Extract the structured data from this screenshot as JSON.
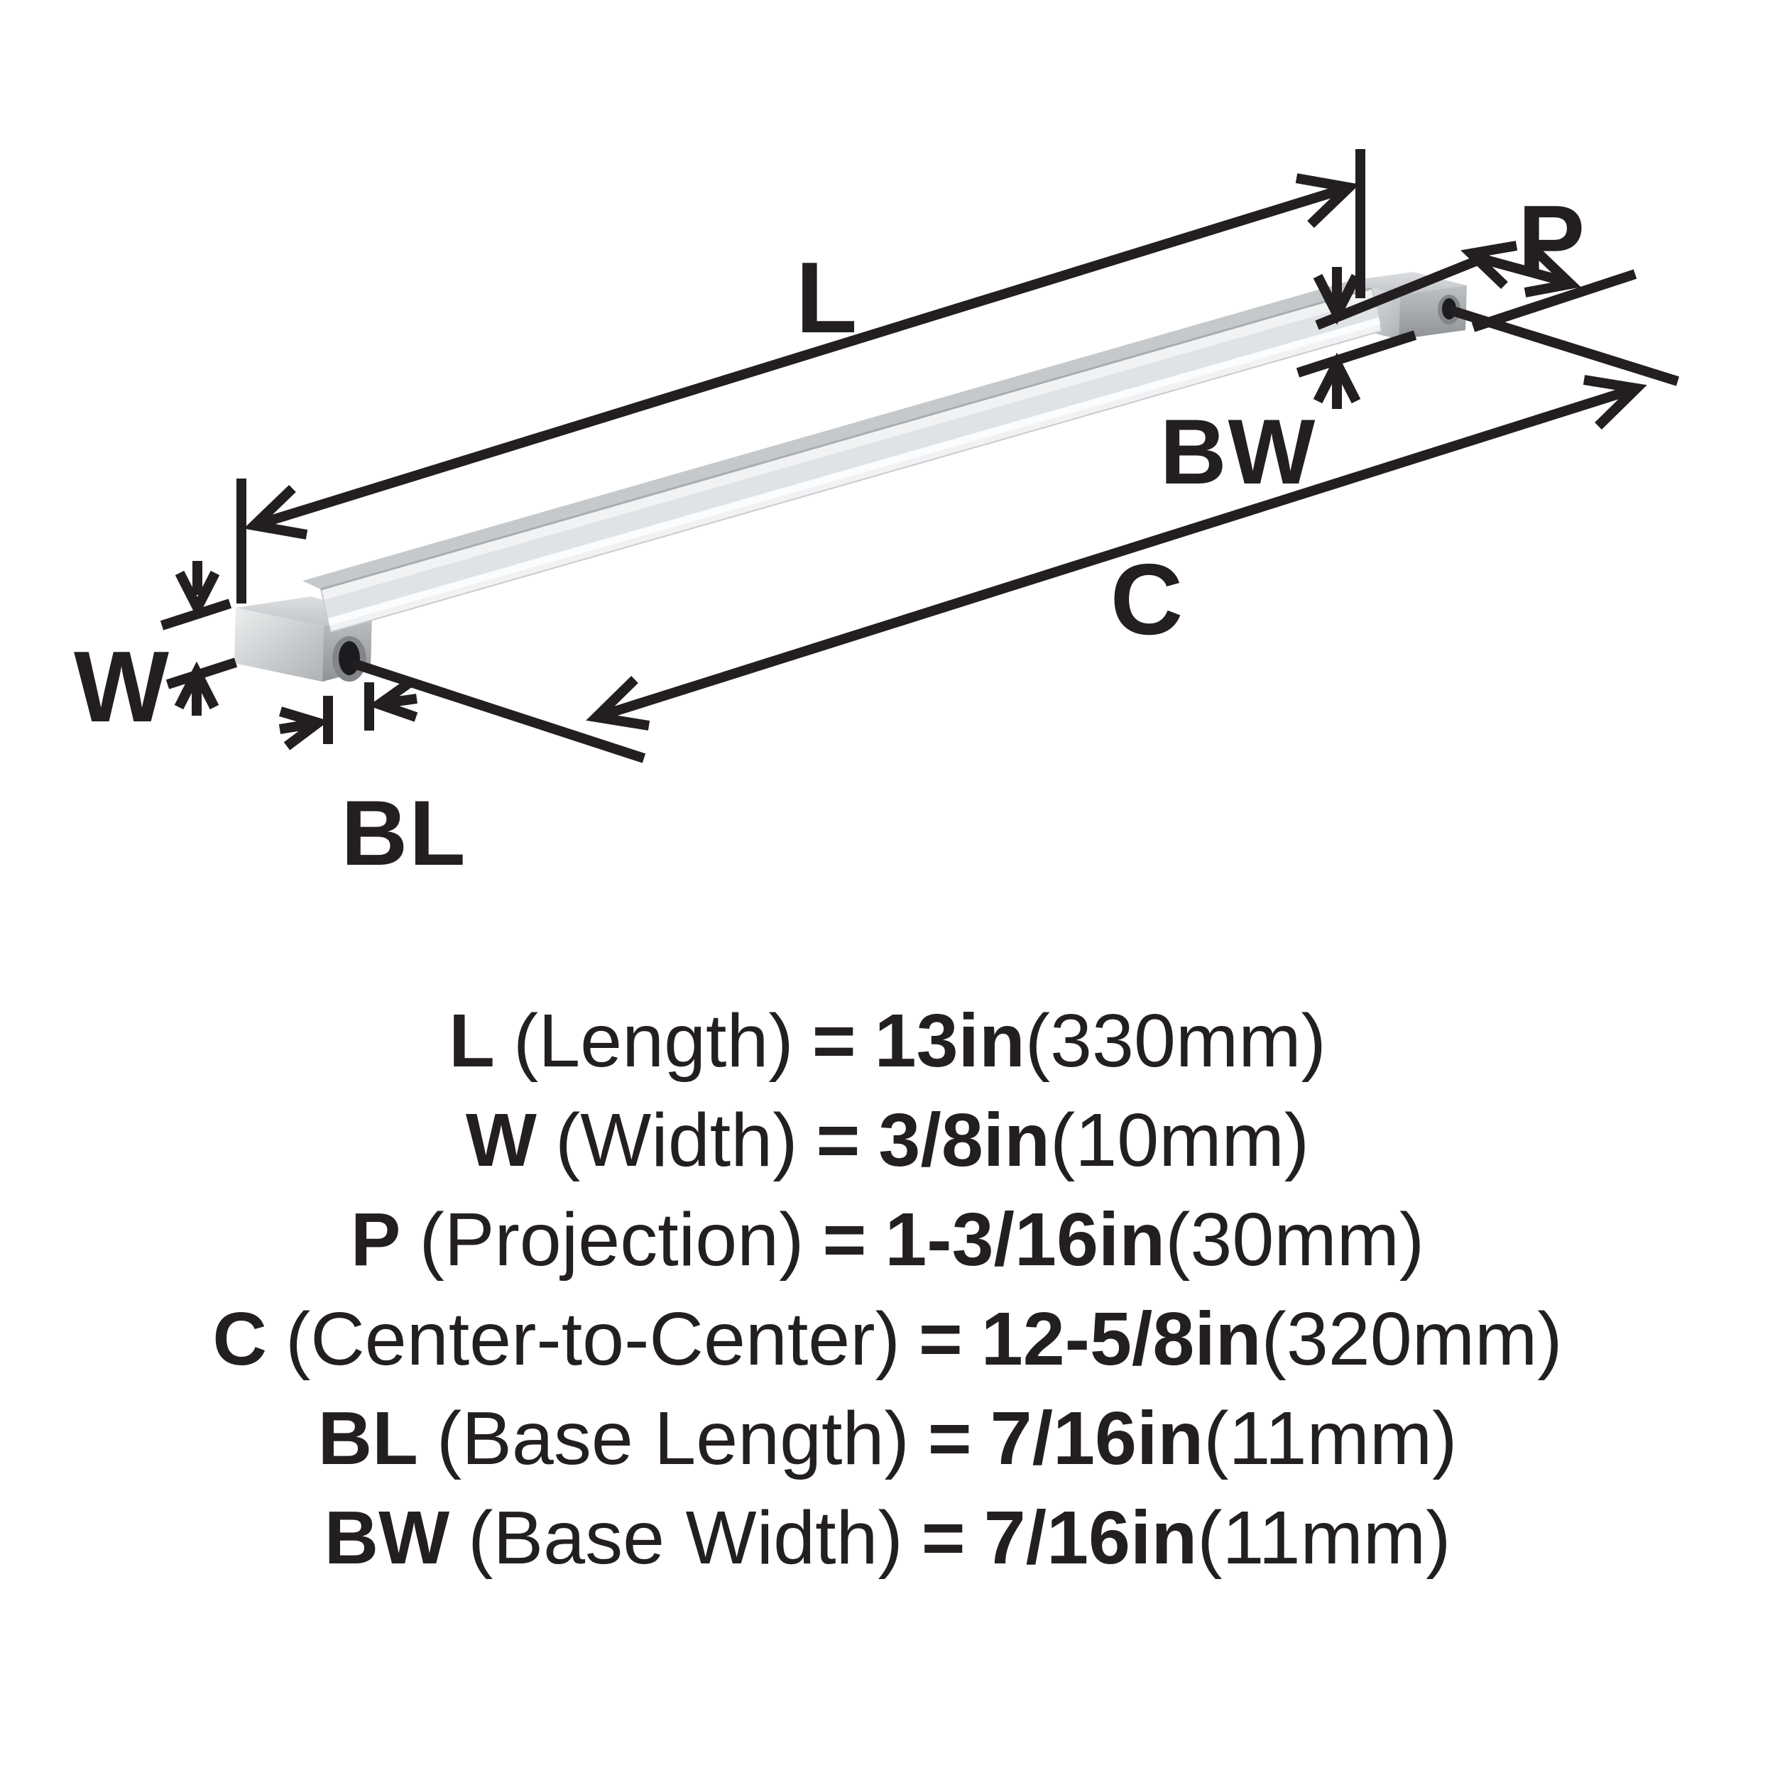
{
  "diagram": {
    "labels": {
      "length": "L",
      "width": "W",
      "projection": "P",
      "center": "C",
      "base_length": "BL",
      "base_width": "BW"
    }
  },
  "legend": {
    "rows": [
      {
        "symbol": "L",
        "name": "(Length)",
        "eq": "=",
        "value": "13in",
        "metric": "(330mm)"
      },
      {
        "symbol": "W",
        "name": "(Width)",
        "eq": "=",
        "value": "3/8in",
        "metric": "(10mm)"
      },
      {
        "symbol": "P",
        "name": "(Projection)",
        "eq": "=",
        "value": "1-3/16in",
        "metric": "(30mm)"
      },
      {
        "symbol": "C",
        "name": "(Center-to-Center)",
        "eq": "=",
        "value": "12-5/8in",
        "metric": "(320mm)"
      },
      {
        "symbol": "BL",
        "name": "(Base Length)",
        "eq": "=",
        "value": "7/16in",
        "metric": "(11mm)"
      },
      {
        "symbol": "BW",
        "name": "(Base Width)",
        "eq": "=",
        "value": "7/16in",
        "metric": "(11mm)"
      }
    ]
  },
  "colors": {
    "ink": "#231f20",
    "metal_light": "#f1f2f3",
    "metal_mid": "#c6c9cb",
    "metal_dark": "#9ca0a3",
    "hole": "#1c1c1e"
  }
}
